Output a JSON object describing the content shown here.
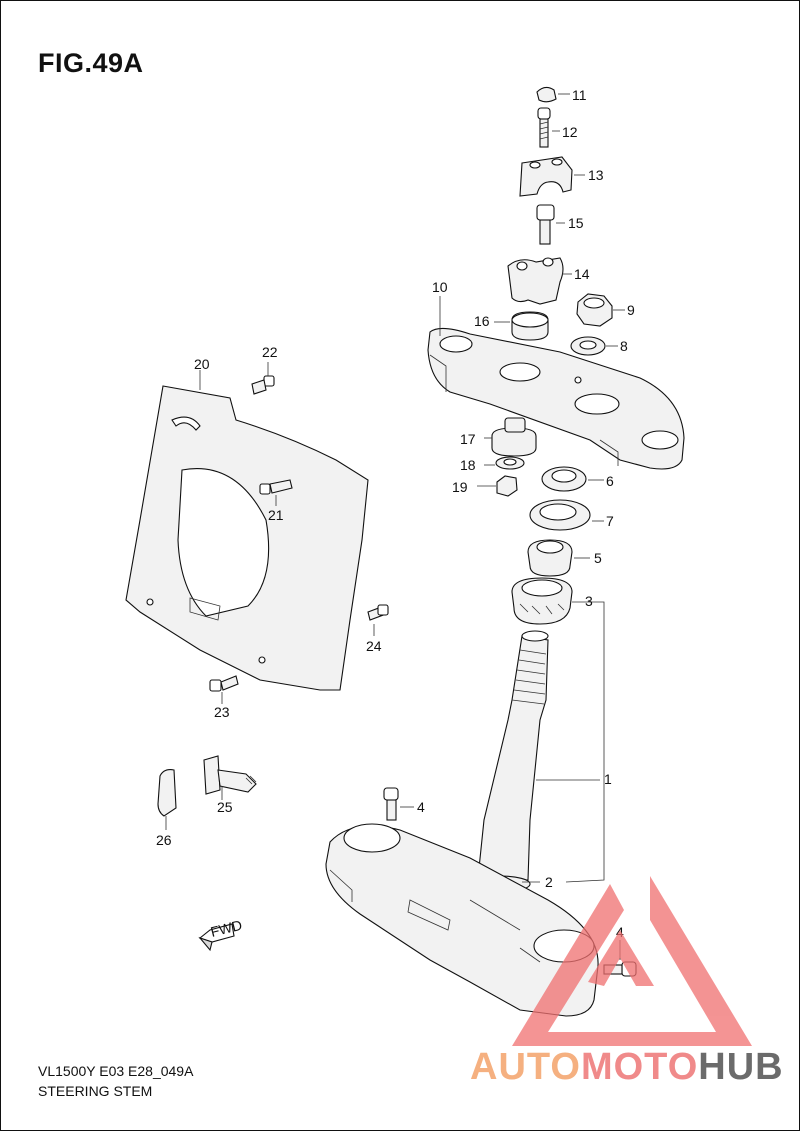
{
  "figure": {
    "title": "FIG.49A",
    "model_code": "VL1500Y E03 E28_049A",
    "section_name": "STEERING STEM"
  },
  "callouts": {
    "c1": "1",
    "c2": "2",
    "c3": "3",
    "c4a": "4",
    "c4b": "4",
    "c5": "5",
    "c6": "6",
    "c7": "7",
    "c8": "8",
    "c9": "9",
    "c10": "10",
    "c11": "11",
    "c12": "12",
    "c13": "13",
    "c14": "14",
    "c15": "15",
    "c16": "16",
    "c17": "17",
    "c18": "18",
    "c19": "19",
    "c20": "20",
    "c21": "21",
    "c22": "22",
    "c23": "23",
    "c24": "24",
    "c25": "25",
    "c26": "26"
  },
  "fwd_arrow": {
    "label": "FWD"
  },
  "watermark": {
    "auto": "AUTO",
    "moto": "MOTO",
    "hub": "HUB",
    "color_auto": "#f5b080",
    "color_moto": "#f08a8a",
    "color_hub": "#6b6b6b",
    "triangle_color": "#f07070"
  }
}
